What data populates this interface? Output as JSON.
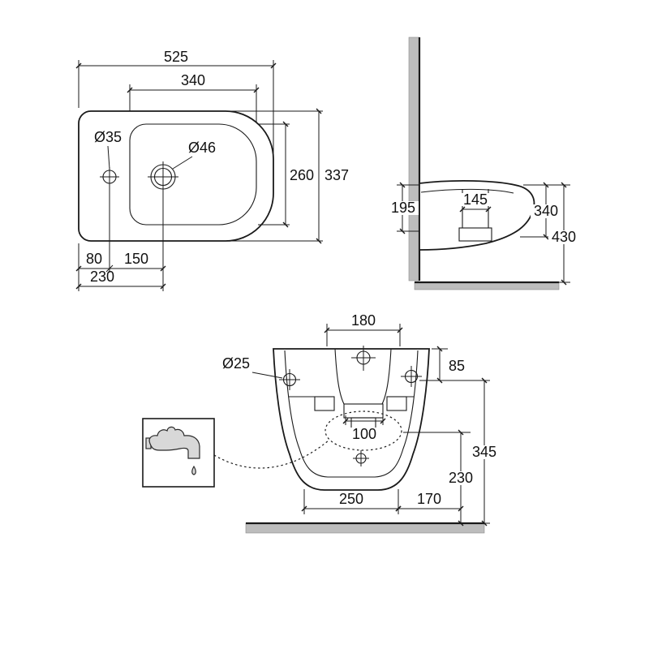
{
  "colors": {
    "line": "#1a1a1a",
    "fill_gray": "#bdbdbd",
    "tap_gray": "#d8d8d8",
    "background": "#ffffff"
  },
  "top_view": {
    "overall_width": "525",
    "tap_deck_width": "340",
    "tap_hole": "Ø35",
    "drain": "Ø46",
    "bowl_depth": "260",
    "overall_depth": "337",
    "left_to_tap": "80",
    "tap_to_drain": "150",
    "left_to_drain": "230"
  },
  "side_view": {
    "inner_width": "145",
    "rear_height": "195",
    "height_a": "340",
    "height_b": "430"
  },
  "back_view": {
    "fixing_width": "180",
    "fixing_hole": "Ø25",
    "top_offset": "85",
    "inlet_span": "100",
    "height_total": "345",
    "height_mid": "230",
    "base_width": "250",
    "side_offset": "170"
  }
}
